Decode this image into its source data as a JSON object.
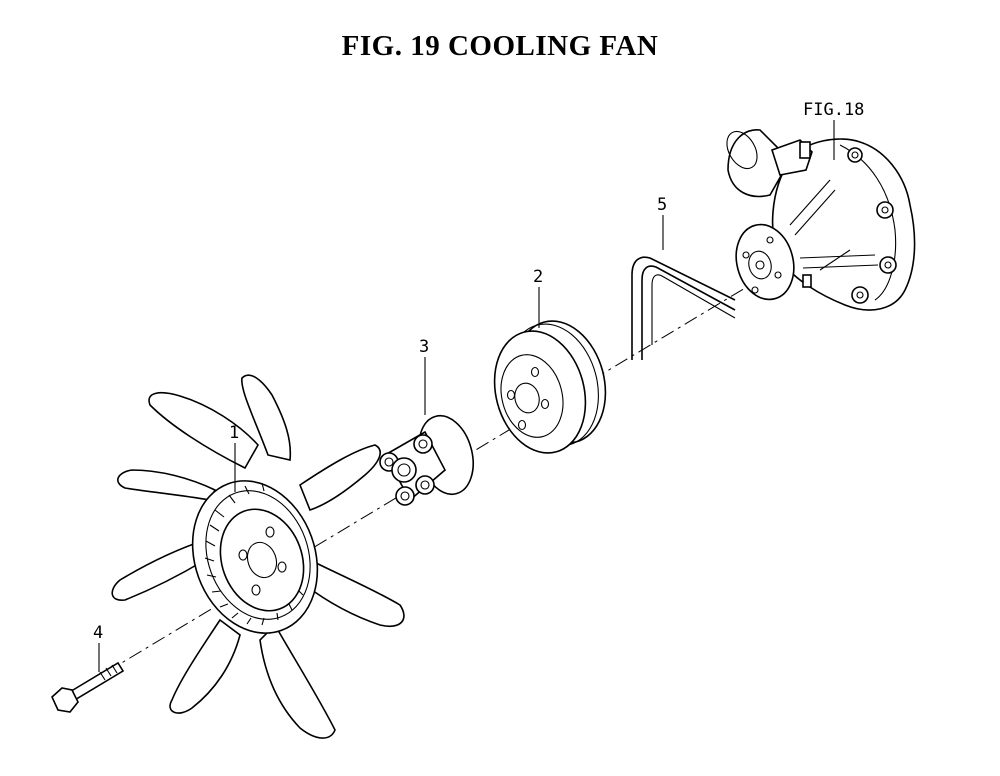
{
  "title": "FIG. 19  COOLING FAN",
  "reference": "FIG.18",
  "callouts": [
    "1",
    "2",
    "3",
    "4",
    "5"
  ]
}
